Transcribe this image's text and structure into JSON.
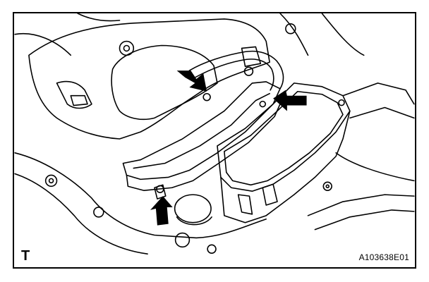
{
  "figure": {
    "corner_letter": "T",
    "figure_code": "A103638E01"
  },
  "callouts": [
    {
      "name": "arrow-top-left",
      "direction": "down-right"
    },
    {
      "name": "arrow-top-right",
      "direction": "left"
    },
    {
      "name": "arrow-bottom",
      "direction": "up"
    }
  ],
  "colors": {
    "line": "#000000",
    "background": "#ffffff"
  }
}
